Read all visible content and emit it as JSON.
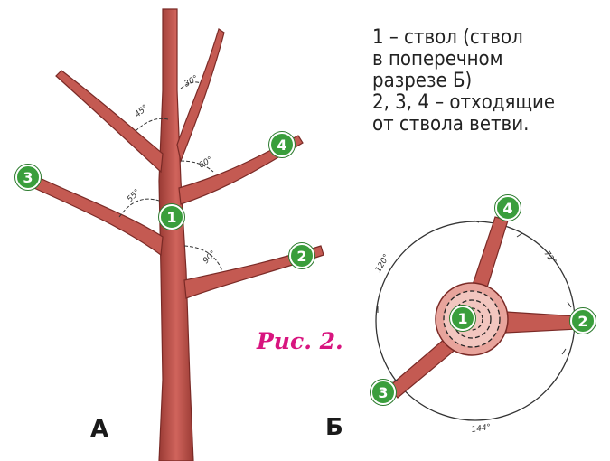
{
  "caption_lines": [
    "1 – ствол (ствол",
    "в поперечном",
    "разрезе Б)",
    "2, 3, 4 – отходящие",
    "от ствола ветви."
  ],
  "figure_label": "Рис. 2.",
  "view_labels": {
    "a": "А",
    "b": "Б"
  },
  "markers_a": [
    "1",
    "2",
    "3",
    "4"
  ],
  "markers_b": [
    "1",
    "2",
    "3",
    "4"
  ],
  "angles_a": [
    "45°",
    "30°",
    "60°",
    "55°",
    "90°"
  ],
  "angles_b": [
    "120°",
    "72°",
    "144°"
  ],
  "colors": {
    "bark": "#c0504a",
    "bark_dark": "#8a2f2a",
    "marker": "#3a9e3c",
    "figure_label": "#d8157f"
  }
}
